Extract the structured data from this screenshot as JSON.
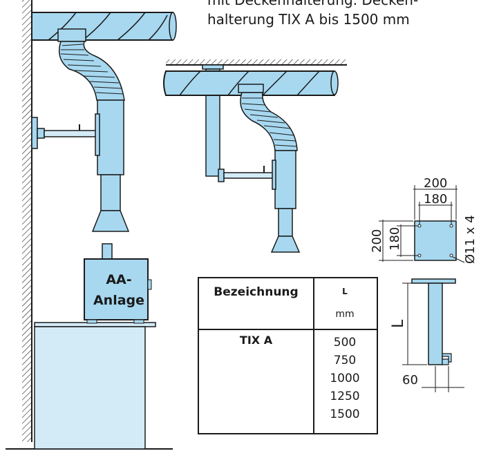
{
  "caption": {
    "line1": "mit Deckenhalterung. Decken-",
    "line2": "halterung TIX A bis 1500 mm"
  },
  "unit": {
    "line1": "AA-",
    "line2": "Anlage"
  },
  "plate_dimensions": {
    "width_outer": "200",
    "width_inner": "180",
    "height_outer": "200",
    "height_inner": "180",
    "holes": "Ø11 x 4"
  },
  "bracket_dimensions": {
    "length": "L",
    "offset": "60"
  },
  "table": {
    "header_name": "Bezeichnung",
    "header_col": "L",
    "header_unit": "mm",
    "row_name": "TIX A",
    "values": [
      "500",
      "750",
      "1000",
      "1250",
      "1500"
    ]
  },
  "colors": {
    "duct": "#a7d8f0",
    "line": "#1a1a1a",
    "cabinet": "#d3ebf7"
  }
}
